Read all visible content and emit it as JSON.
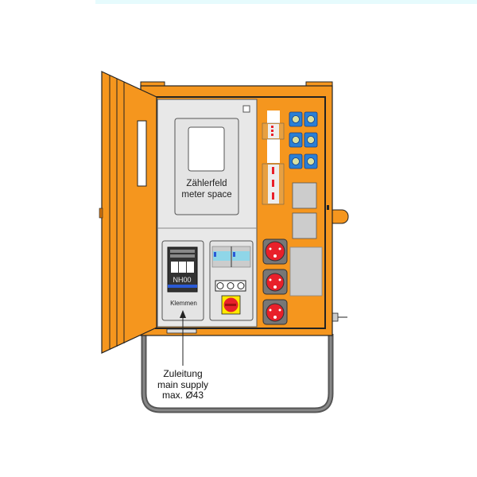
{
  "meter_field": {
    "label_de": "Zählerfeld",
    "label_en": "meter space"
  },
  "fuse": {
    "label": "NH00"
  },
  "terminals": {
    "label": "Klemmen"
  },
  "supply": {
    "line1": "Zuleitung",
    "line2": "main supply",
    "line3": "max. Ø43"
  },
  "colors": {
    "cabinet": "#f5961e",
    "panel": "#e8e8e8",
    "outline": "#222222",
    "cee_socket": "#e8202a",
    "schuko_socket": "#2a7fd6",
    "switch_bg": "#ffe800",
    "frame": "#666666"
  }
}
